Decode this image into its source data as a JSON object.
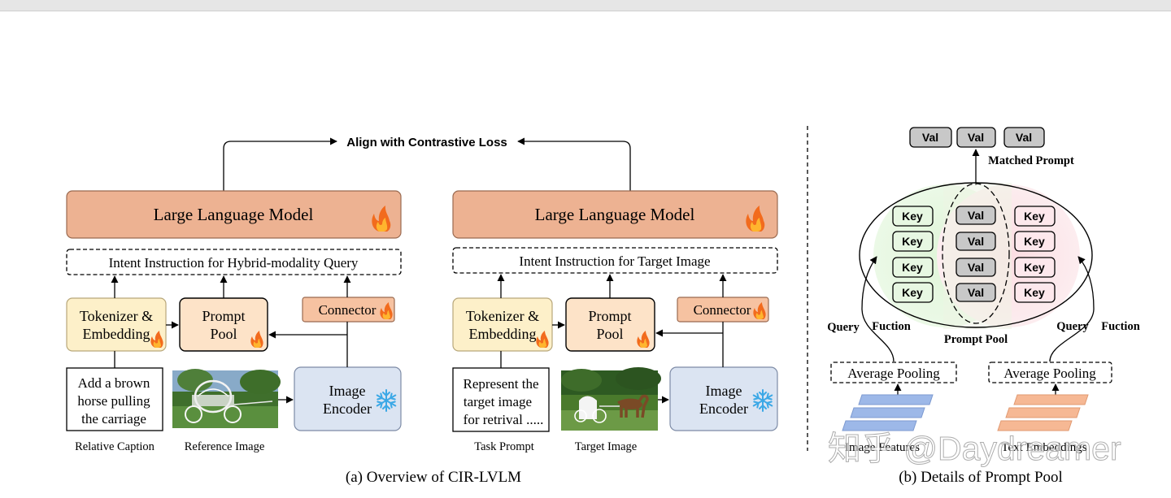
{
  "align_label": "Align with Contrastive Loss",
  "left_panel": {
    "llm": "Large Language Model",
    "intent": "Intent Instruction for Hybrid-modality Query",
    "tokenizer_line1": "Tokenizer &",
    "tokenizer_line2": "Embedding",
    "prompt_line1": "Prompt",
    "prompt_line2": "Pool",
    "connector": "Connector",
    "encoder_line1": "Image",
    "encoder_line2": "Encoder",
    "text_line1": "Add a brown",
    "text_line2": "horse pulling",
    "text_line3": "the carriage",
    "caption_text": "Relative Caption",
    "caption_image": "Reference Image"
  },
  "right_panel": {
    "llm": "Large Language Model",
    "intent": "Intent Instruction for Target Image",
    "tokenizer_line1": "Tokenizer &",
    "tokenizer_line2": "Embedding",
    "prompt_line1": "Prompt",
    "prompt_line2": "Pool",
    "connector": "Connector",
    "encoder_line1": "Image",
    "encoder_line2": "Encoder",
    "text_line1": "Represent the",
    "text_line2": "target image",
    "text_line3": "for retrival .....",
    "caption_text": "Task Prompt",
    "caption_image": "Target Image"
  },
  "caption_a": "(a) Overview of CIR-LVLM",
  "caption_b": "(b) Details of Prompt Pool",
  "pool": {
    "val": "Val",
    "key": "Key",
    "matched": "Matched Prompt",
    "pool_label": "Prompt Pool",
    "query": "Query",
    "fuction": "Fuction",
    "avg_pool": "Average Pooling",
    "image_features": "Image Features",
    "text_embeddings": "Text Embeddings"
  },
  "watermark": "知乎 @Daydreamer",
  "colors": {
    "llm": "#edb292",
    "tokenizer": "#fdf0c9",
    "prompt": "#fde3c8",
    "connector": "#f6c2a1",
    "encoder": "#dbe4f2",
    "val": "#c8c8c8",
    "key_green": "#e7f7e2",
    "key_pink": "#fde8ec",
    "flame": "#f26b1d"
  },
  "icons": [
    "flame-icon",
    "snowflake-icon"
  ]
}
